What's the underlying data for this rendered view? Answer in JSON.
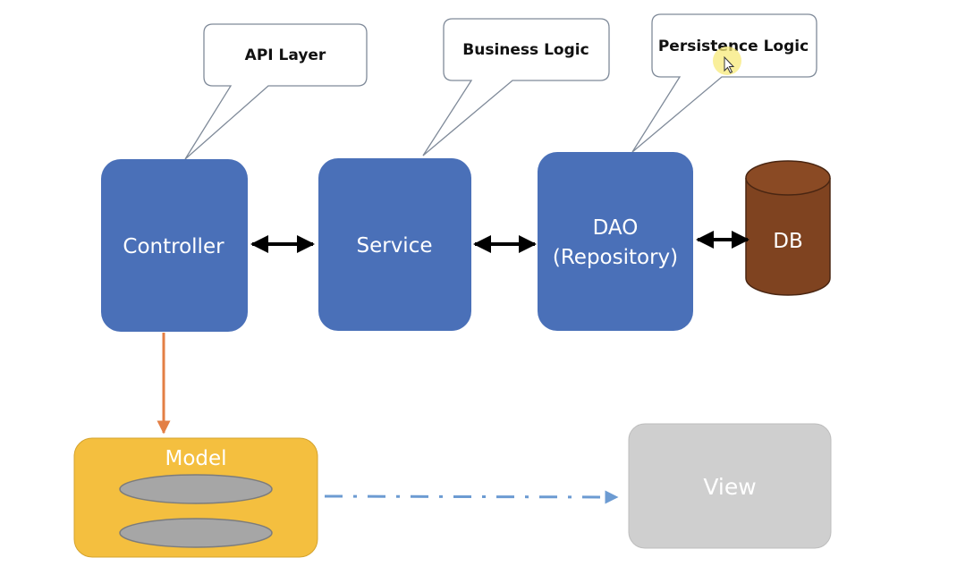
{
  "callouts": {
    "api": "API Layer",
    "business": "Business Logic",
    "persistence": "Persistence Logic"
  },
  "boxes": {
    "controller": "Controller",
    "service": "Service",
    "dao_line1": "DAO",
    "dao_line2": "(Repository)",
    "db": "DB",
    "model": "Model",
    "view": "View"
  },
  "colors": {
    "component_blue": "#4a70b8",
    "db_brown": "#7f4320",
    "model_yellow": "#f4bf3f",
    "view_gray": "#cfcfcf",
    "model_arrow_orange": "#e37f45",
    "dashed_arrow_blue": "#6c9bd2"
  },
  "icons": {
    "cursor": "mouse-pointer-icon"
  }
}
